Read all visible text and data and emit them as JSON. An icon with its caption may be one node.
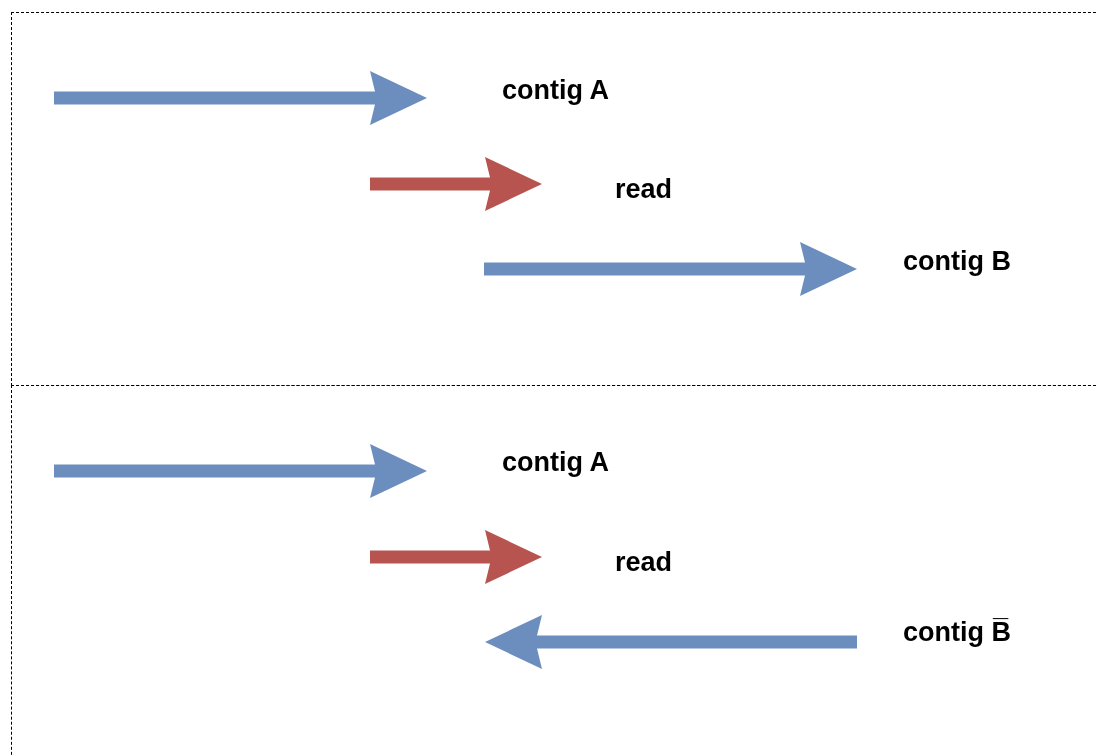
{
  "diagram": {
    "labels": [
      "contig A",
      "read",
      "contig B",
      "contig A",
      "read",
      "contig B̅"
    ]
  }
}
